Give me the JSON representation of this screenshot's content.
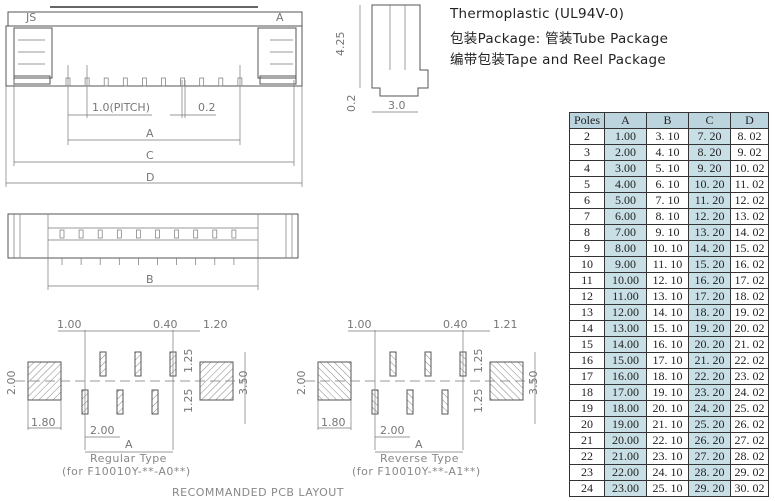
{
  "header": {
    "line1": "Thermoplastic (UL94V-0)",
    "line2": "包装Package: 管装Tube Package",
    "line3": "编带包装Tape and Reel Package"
  },
  "top_view": {
    "mark_left": "JS",
    "mark_right": "A",
    "pitch": "1.0(PITCH)",
    "pin_width": "0.2",
    "dim_a": "A",
    "dim_c": "C",
    "dim_d": "D"
  },
  "side_view": {
    "height": "4.25",
    "offset": "0.2",
    "depth": "3.0"
  },
  "front_view": {
    "dim_b": "B"
  },
  "pcb_regular": {
    "d1": "1.00",
    "d2": "0.40",
    "d3": "1.20",
    "h1": "2.00",
    "h2": "1.25",
    "h3": "1.25",
    "h4": "3.50",
    "w1": "1.80",
    "w2": "2.00",
    "a": "A",
    "title": "Regular Type",
    "subtitle": "(for F10010Y-**-A0**)"
  },
  "pcb_reverse": {
    "d1": "1.00",
    "d2": "0.40",
    "d3": "1.21",
    "h1": "2.00",
    "h2": "1.25",
    "h3": "1.25",
    "h4": "3.50",
    "w1": "1.80",
    "w2": "2.00",
    "a": "A",
    "title": "Reverse Type",
    "subtitle": "(for F10010Y-**-A1**)"
  },
  "pcb_caption": "RECOMMANDED PCB LAYOUT",
  "table": {
    "headers": [
      "Poles",
      "A",
      "B",
      "C",
      "D"
    ],
    "rows": [
      [
        "2",
        "1.00",
        "3. 10",
        "7. 20",
        "8. 02"
      ],
      [
        "3",
        "2.00",
        "4. 10",
        "8. 20",
        "9. 02"
      ],
      [
        "4",
        "3.00",
        "5. 10",
        "9. 20",
        "10. 02"
      ],
      [
        "5",
        "4.00",
        "6. 10",
        "10. 20",
        "11. 02"
      ],
      [
        "6",
        "5.00",
        "7. 10",
        "11. 20",
        "12. 02"
      ],
      [
        "7",
        "6.00",
        "8. 10",
        "12. 20",
        "13. 02"
      ],
      [
        "8",
        "7.00",
        "9. 10",
        "13. 20",
        "14. 02"
      ],
      [
        "9",
        "8.00",
        "10. 10",
        "14. 20",
        "15. 02"
      ],
      [
        "10",
        "9.00",
        "11. 10",
        "15. 20",
        "16. 02"
      ],
      [
        "11",
        "10.00",
        "12. 10",
        "16. 20",
        "17. 02"
      ],
      [
        "12",
        "11.00",
        "13. 10",
        "17. 20",
        "18. 02"
      ],
      [
        "13",
        "12.00",
        "14. 10",
        "18. 20",
        "19. 02"
      ],
      [
        "14",
        "13.00",
        "15. 10",
        "19. 20",
        "20. 02"
      ],
      [
        "15",
        "14.00",
        "16. 10",
        "20. 20",
        "21. 02"
      ],
      [
        "16",
        "15.00",
        "17. 10",
        "21. 20",
        "22. 02"
      ],
      [
        "17",
        "16.00",
        "18. 10",
        "22. 20",
        "23. 02"
      ],
      [
        "18",
        "17.00",
        "19. 10",
        "23. 20",
        "24. 02"
      ],
      [
        "19",
        "18.00",
        "20. 10",
        "24. 20",
        "25. 02"
      ],
      [
        "20",
        "19.00",
        "21. 10",
        "25. 20",
        "26. 02"
      ],
      [
        "21",
        "20.00",
        "22. 10",
        "26. 20",
        "27. 02"
      ],
      [
        "22",
        "21.00",
        "23. 10",
        "27. 20",
        "28. 02"
      ],
      [
        "23",
        "22.00",
        "24. 10",
        "28. 20",
        "29. 02"
      ],
      [
        "24",
        "23.00",
        "25. 10",
        "29. 20",
        "30. 02"
      ]
    ]
  }
}
